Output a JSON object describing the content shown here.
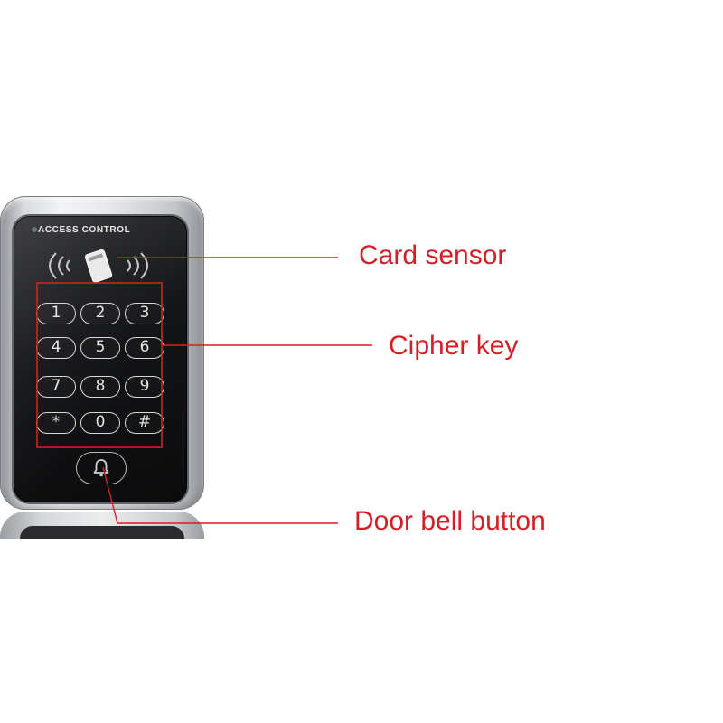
{
  "device": {
    "brand_text": "ACCESS CONTROL",
    "keys": [
      "1",
      "2",
      "3",
      "4",
      "5",
      "6",
      "7",
      "8",
      "9",
      "*",
      "0",
      "#"
    ]
  },
  "annotations": [
    {
      "id": "card-sensor",
      "text": "Card sensor"
    },
    {
      "id": "cipher-key",
      "text": "Cipher key"
    },
    {
      "id": "door-bell-button",
      "text": "Door bell button"
    }
  ],
  "colors": {
    "annotation": "#d41f26",
    "device_face": "#131416",
    "device_frame": "#d9dbde"
  },
  "icons": {
    "card_sensor": "rfid-card-icon",
    "bell": "bell-icon"
  }
}
